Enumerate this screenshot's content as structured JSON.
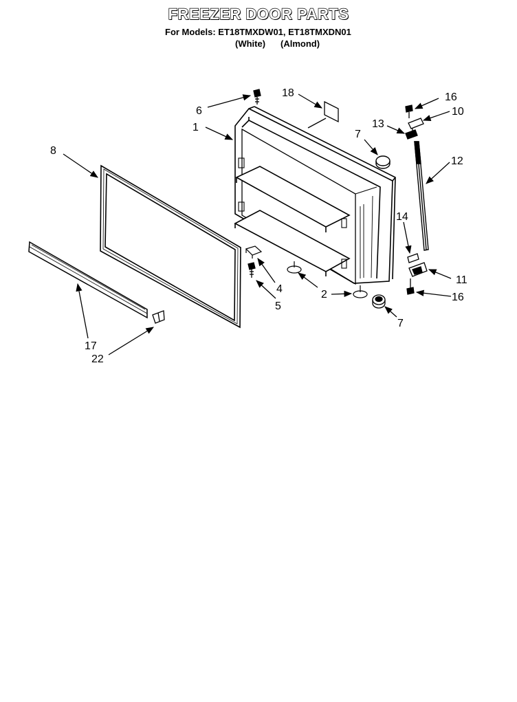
{
  "header": {
    "title": "FREEZER DOOR PARTS",
    "models_line": "For Models: ET18TMXDW01, ET18TMXDN01",
    "variant_white": "(White)",
    "variant_almond": "(Almond)"
  },
  "callouts": {
    "c1": "1",
    "c2": "2",
    "c4": "4",
    "c5": "5",
    "c6": "6",
    "c7a": "7",
    "c7b": "7",
    "c8": "8",
    "c10": "10",
    "c11": "11",
    "c12": "12",
    "c13": "13",
    "c14": "14",
    "c16a": "16",
    "c16b": "16",
    "c17": "17",
    "c18": "18",
    "c22": "22"
  }
}
